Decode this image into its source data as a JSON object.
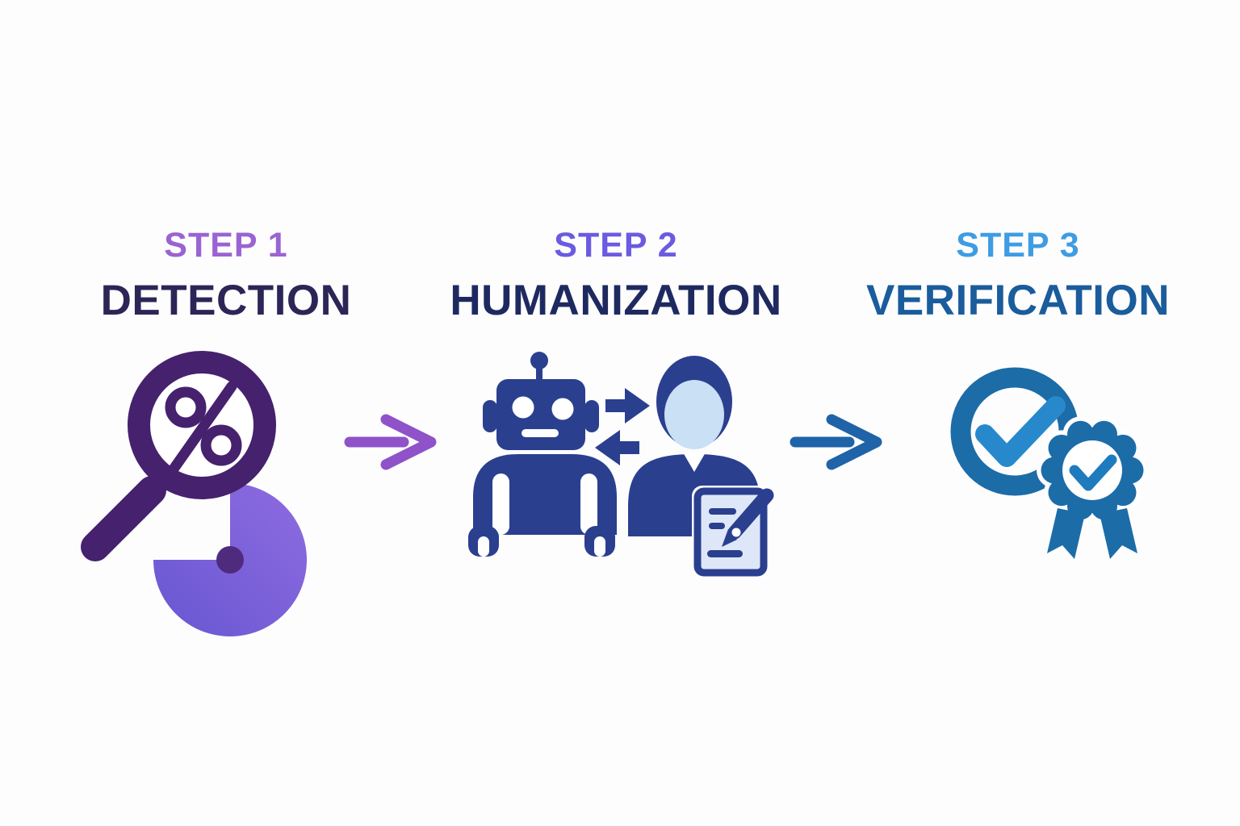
{
  "title": "Three step process infographic",
  "palette": {
    "background": "#fdfdfe",
    "step1_label": "#9a63d2",
    "step1_title": "#2c2657",
    "magnifier_purple": "#46216e",
    "pie_gradient_light": "#8f6be0",
    "pie_gradient_dark": "#6757d2",
    "pie_center_dot": "#4f2b7e",
    "arrow1_purple": "#8f52c8",
    "step2_label": "#6a5be0",
    "step2_title": "#1e2a5f",
    "icon2_navy": "#2b3f8f",
    "icon2_face_lightblue": "#c9e0f5",
    "icon2_doc_fill": "#dee7f8",
    "arrow2_blue": "#1f63a8",
    "step3_label": "#3e9ce2",
    "step3_title": "#1a5c9c",
    "icon3_blue": "#1c6ca8",
    "icon3_check_blue": "#2789cc"
  },
  "steps": [
    {
      "step_label": "STEP 1",
      "title": "DETECTION",
      "icon": "magnifier-percent-pie-icon"
    },
    {
      "step_label": "STEP 2",
      "title": "HUMANIZATION",
      "icon": "robot-human-exchange-icon"
    },
    {
      "step_label": "STEP 3",
      "title": "VERIFICATION",
      "icon": "verification-badge-icon"
    }
  ],
  "arrows": [
    {
      "icon": "flow-arrow-icon",
      "color": "#8f52c8"
    },
    {
      "icon": "flow-arrow-icon",
      "color": "#1f63a8"
    }
  ]
}
